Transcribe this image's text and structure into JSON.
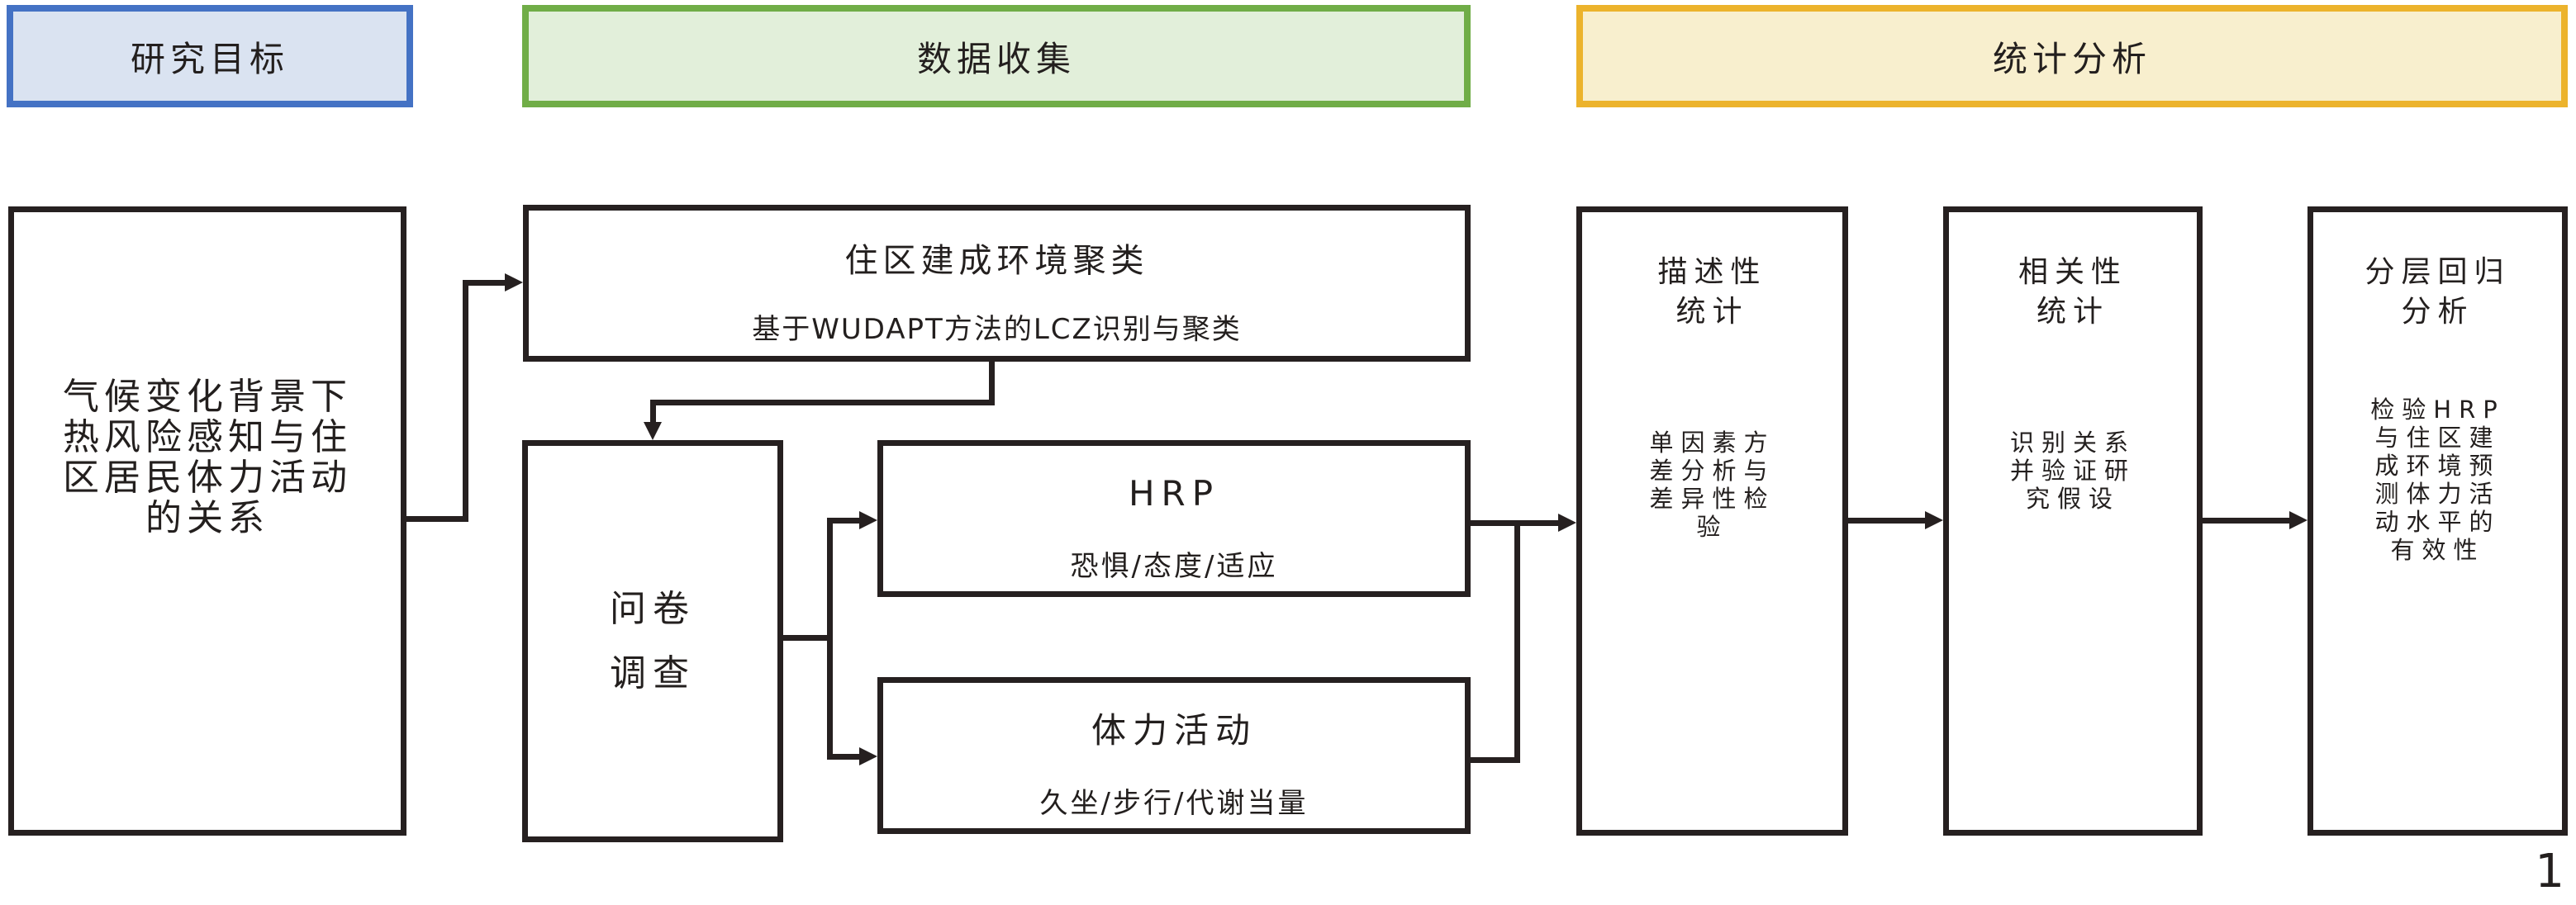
{
  "page": {
    "number": "1"
  },
  "colors": {
    "header_blue_border": "#4472c4",
    "header_blue_fill": "#dae3f1",
    "header_green_border": "#70ad47",
    "header_green_fill": "#e2efda",
    "header_yellow_border": "#ecb32c",
    "header_yellow_fill": "#f8efce",
    "flow_line": "#262020"
  },
  "headers": {
    "research_goal": "研究目标",
    "data_collection": "数据收集",
    "statistical_analysis": "统计分析"
  },
  "boxes": {
    "goal": {
      "text": "气候变化背景下\n热风险感知与住\n区居民体力活动\n的关系"
    },
    "cluster": {
      "title": "住区建成环境聚类",
      "subtitle": "基于WUDAPT方法的LCZ识别与聚类"
    },
    "survey": {
      "text": "问卷\n调查"
    },
    "hrp": {
      "title": "HRP",
      "subtitle": "恐惧/态度/适应"
    },
    "physical_activity": {
      "title": "体力活动",
      "subtitle": "久坐/步行/代谢当量"
    },
    "descriptive": {
      "title": "描述性\n统计",
      "body": "单因素方\n差分析与\n差异性检\n验"
    },
    "correlation": {
      "title": "相关性\n统计",
      "body": "识别关系\n并验证研\n究假设"
    },
    "regression": {
      "title": "分层回归\n分析",
      "body": "检验HRP\n与住区建\n成环境预\n测体力活\n动水平的\n有效性"
    }
  }
}
